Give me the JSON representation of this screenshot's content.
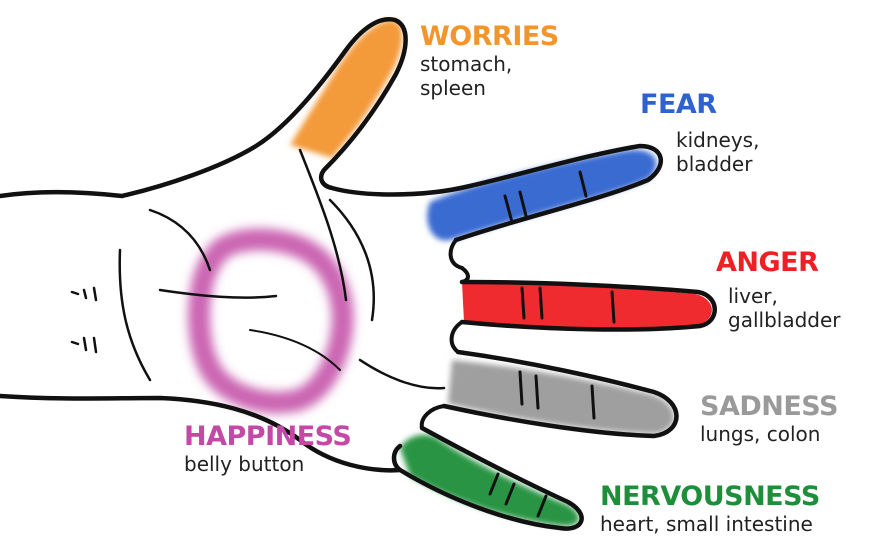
{
  "colors": {
    "outline": "#111111",
    "worries": "#f2952f",
    "fear": "#2f62cf",
    "anger": "#ee2025",
    "sadness": "#9a9a9a",
    "nervousness": "#1f8e3a",
    "happiness": "#c24aa6"
  },
  "labels": [
    {
      "key": "worries",
      "emotion": "WORRIES",
      "organs": [
        "stomach,",
        "spleen"
      ]
    },
    {
      "key": "fear",
      "emotion": "FEAR",
      "organs": [
        "kidneys,",
        "bladder"
      ]
    },
    {
      "key": "anger",
      "emotion": "ANGER",
      "organs": [
        "liver,",
        "gallbladder"
      ]
    },
    {
      "key": "sadness",
      "emotion": "SADNESS",
      "organs": [
        "lungs, colon"
      ]
    },
    {
      "key": "happiness",
      "emotion": "HAPPINESS",
      "organs": [
        "belly button"
      ]
    },
    {
      "key": "nervousness",
      "emotion": "NERVOUSNESS",
      "organs": [
        "heart, small intestine"
      ]
    }
  ]
}
